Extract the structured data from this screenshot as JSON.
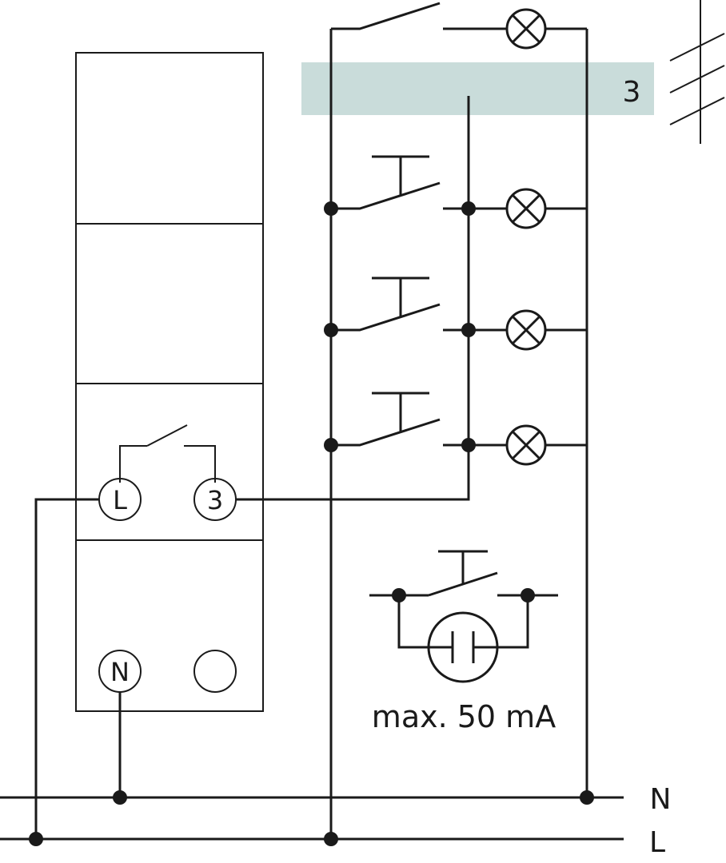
{
  "terminals": {
    "line": "L",
    "output": "3",
    "neutral": "N"
  },
  "bus_labels": {
    "neutral": "N",
    "line": "L"
  },
  "conductor_count": "3",
  "current_note": "max. 50 mA",
  "colors": {
    "wire": "#1a1a1a",
    "band": "#c9dcda"
  },
  "icons": [
    "switch-icon",
    "pushbutton-icon",
    "lamp-icon",
    "glow-lamp-icon",
    "relay-contact-icon"
  ]
}
